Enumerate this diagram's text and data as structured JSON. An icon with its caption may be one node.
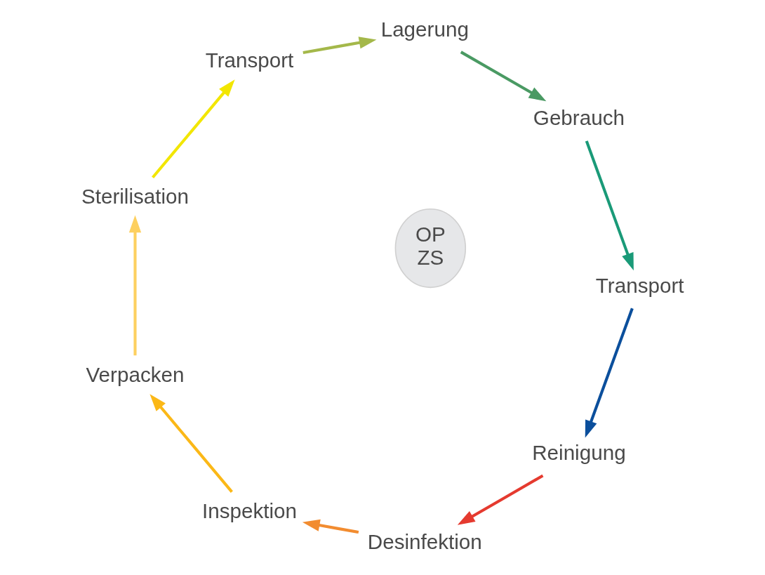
{
  "diagram": {
    "nodes": [
      {
        "text": [
          "Reinigung"
        ]
      },
      {
        "text": [
          "Desinfektion"
        ]
      },
      {
        "text": [
          "Inspektion"
        ]
      },
      {
        "text": [
          "Verpacken"
        ]
      },
      {
        "text": [
          "Sterilisation"
        ]
      },
      {
        "text": [
          "Transport"
        ]
      },
      {
        "text": [
          "Lagerung"
        ]
      },
      {
        "text": [
          "Gebrauch"
        ]
      },
      {
        "text": [
          "Transport"
        ]
      },
      {
        "text": [
          "OP",
          "ZS"
        ]
      }
    ],
    "edges": [
      {
        "from": 0,
        "to": 1,
        "arrow": "to",
        "color": "#e53a2f"
      },
      {
        "from": 1,
        "to": 2,
        "arrow": "to",
        "color": "#f28c30"
      },
      {
        "from": 2,
        "to": 3,
        "arrow": "to",
        "color": "#fbb817"
      },
      {
        "from": 3,
        "to": 4,
        "arrow": "to",
        "color": "#fdd060"
      },
      {
        "from": 4,
        "to": 5,
        "arrow": "to",
        "color": "#f2e600"
      },
      {
        "from": 5,
        "to": 6,
        "arrow": "to",
        "color": "#a4b84a"
      },
      {
        "from": 6,
        "to": 7,
        "arrow": "to",
        "color": "#4a9a63"
      },
      {
        "from": 7,
        "to": 8,
        "arrow": "to",
        "color": "#1a9a78"
      },
      {
        "from": 8,
        "to": 0,
        "arrow": "to",
        "color": "#0b4f9c"
      }
    ]
  }
}
